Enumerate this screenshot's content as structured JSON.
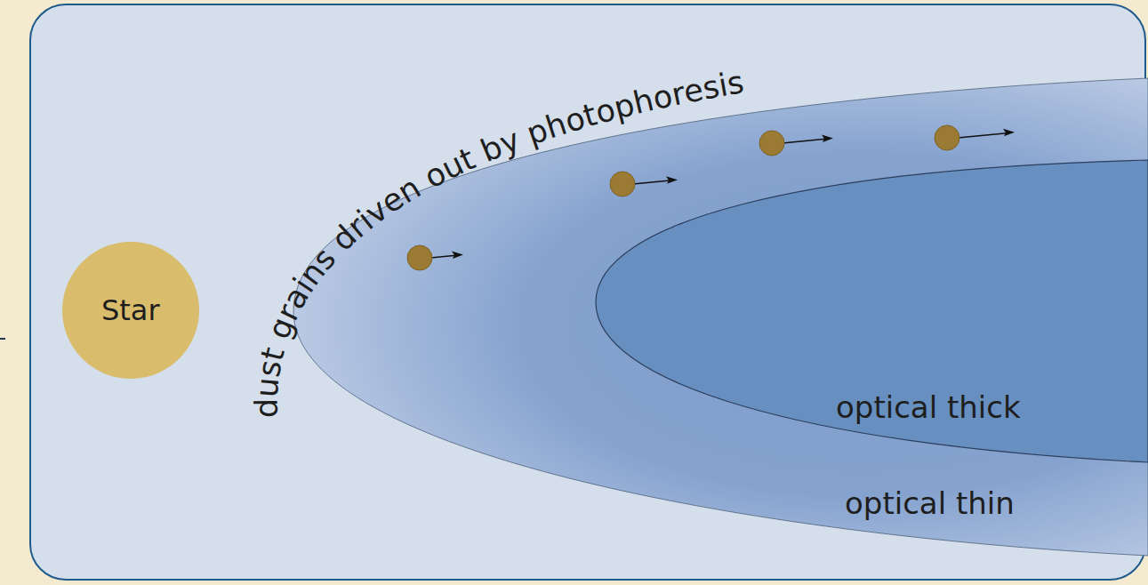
{
  "diagram": {
    "nodes": [
      {
        "text": [
          "Star"
        ]
      },
      {
        "text": [
          "optical thin"
        ]
      },
      {
        "text": [
          "optical thick"
        ],
        "in": 1
      }
    ],
    "labels": [
      "dust grains driven out by photophoresis"
    ]
  }
}
